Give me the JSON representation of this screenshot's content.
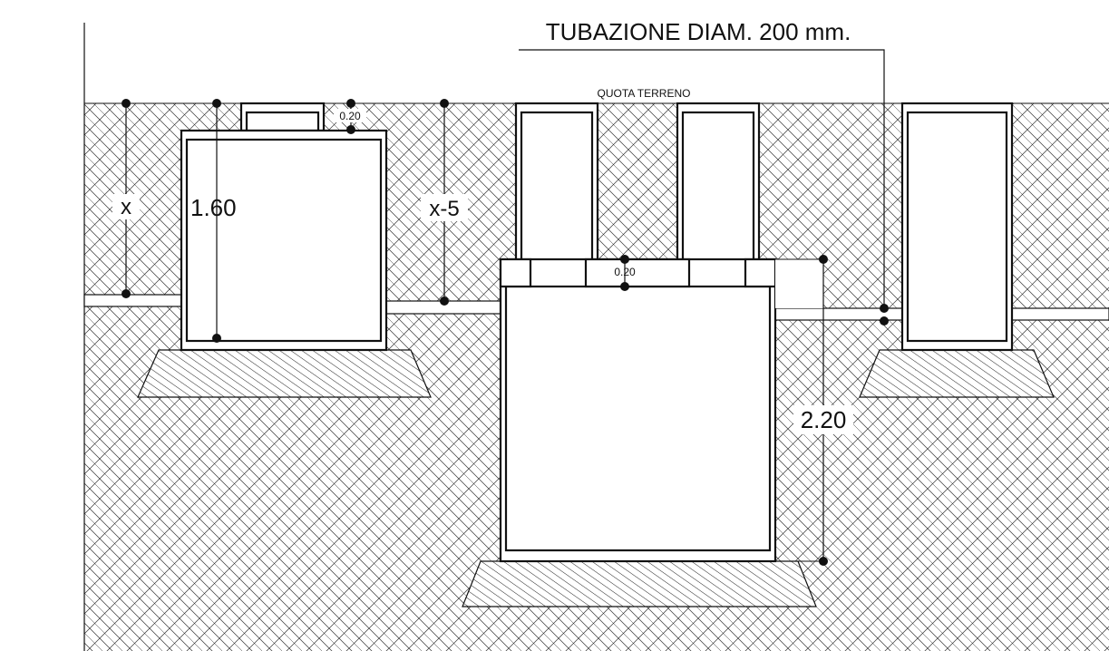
{
  "title": "TUBAZIONE DIAM. 200 mm.",
  "ground_label": "QUOTA TERRENO",
  "dimensions": {
    "x": "x",
    "height_left_tank": "1.60",
    "x_minus_5": "x-5",
    "cover_left": "0.20",
    "cover_center": "0.20",
    "height_center_tank": "2.20"
  },
  "colors": {
    "line": "#111111",
    "background": "#ffffff"
  }
}
